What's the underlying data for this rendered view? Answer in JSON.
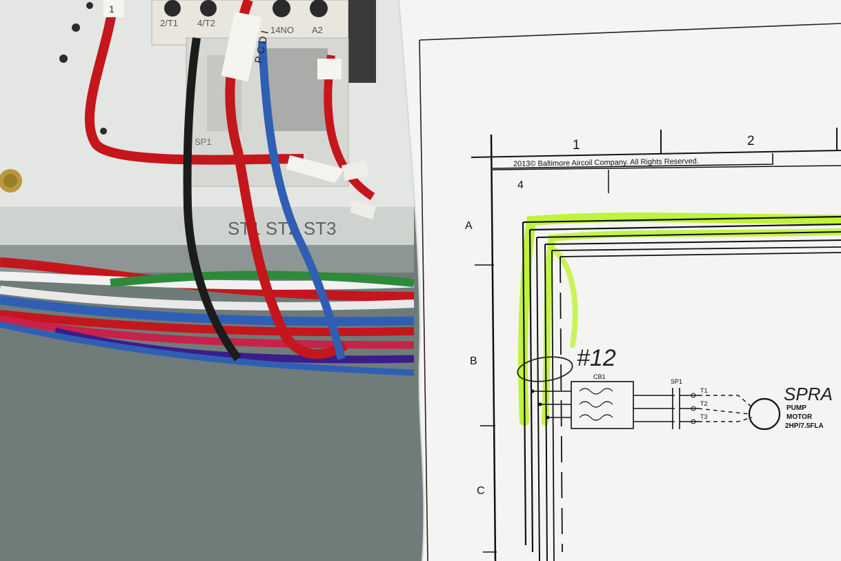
{
  "photo": {
    "terminal_labels": [
      "2/T1",
      "4/T2",
      "14NO",
      "A2"
    ],
    "wire_marker_1": "1",
    "wire_marker_2": "P C D I",
    "panel_label_sp": "SP1",
    "panel_label_st": "ST1 ST2 ST3"
  },
  "schematic": {
    "columns": [
      "1",
      "2"
    ],
    "copyright": "2013© Baltimore Aircoil Company. All Rights Reserved.",
    "subcolumn": "4",
    "rows": [
      "A",
      "B",
      "C"
    ],
    "handwritten_note": "#12",
    "breaker_label": "CB1",
    "starter_label": "SP1",
    "terminals": [
      "T1",
      "T2",
      "T3"
    ],
    "motor_handwritten": "SPRA",
    "motor_line1": "PUMP",
    "motor_line2": "MOTOR",
    "motor_line3": "2HP/7.5FLA"
  },
  "colors": {
    "panel": "#e4e6e3",
    "floor": "#6f7b78",
    "wire_red": "#c4161c",
    "wire_blue": "#2f5fb4",
    "wire_green": "#2e8a3a",
    "highlight": "#b6f21b",
    "paper": "#f4f4f2"
  }
}
